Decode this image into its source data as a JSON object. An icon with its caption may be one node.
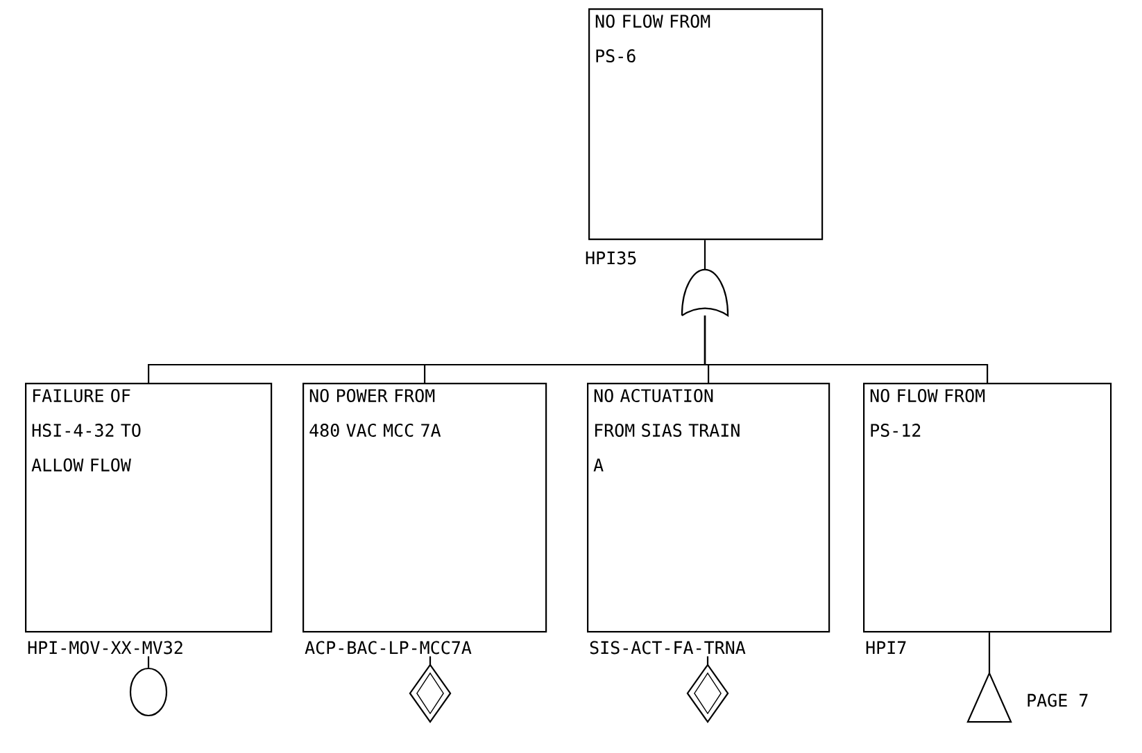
{
  "diagram": {
    "nodes": [
      {
        "text": [
          "NO FLOW FROM PS-6"
        ],
        "beside": [
          "HPI35"
        ]
      },
      {
        "text": [],
        "shape": "gate"
      },
      {
        "text": [
          "FAILURE OF HSI-4-32 TO ALLOW FLOW"
        ],
        "beside": [
          "HPI-MOV-XX-MV32"
        ]
      },
      {
        "text": [
          "NO POWER FROM 480 VAC MCC 7A"
        ],
        "beside": [
          "ACP-BAC-LP-MCC7A"
        ]
      },
      {
        "text": [
          "NO ACTUATION FROM SIAS TRAIN A"
        ],
        "beside": [
          "SIS-ACT-FA-TRNA"
        ]
      },
      {
        "text": [
          "NO FLOW FROM PS-12"
        ],
        "beside": [
          "HPI7"
        ]
      },
      {
        "text": [],
        "shape": "oval"
      },
      {
        "text": [],
        "shape": "diamond"
      },
      {
        "text": [],
        "shape": "diamond"
      },
      {
        "text": [],
        "shape": "triangle",
        "beside": [
          "PAGE 7"
        ]
      }
    ],
    "edges": [
      {
        "from": 0,
        "to": 1,
        "arrow": "none"
      },
      {
        "from": 1,
        "to": 2,
        "arrow": "none"
      },
      {
        "from": 1,
        "to": 3,
        "arrow": "none"
      },
      {
        "from": 1,
        "to": 4,
        "arrow": "none"
      },
      {
        "from": 1,
        "to": 5,
        "arrow": "none"
      },
      {
        "from": 2,
        "to": 6,
        "arrow": "none"
      },
      {
        "from": 3,
        "to": 7,
        "arrow": "none"
      },
      {
        "from": 4,
        "to": 8,
        "arrow": "none"
      },
      {
        "from": 5,
        "to": 9,
        "arrow": "none"
      }
    ]
  }
}
